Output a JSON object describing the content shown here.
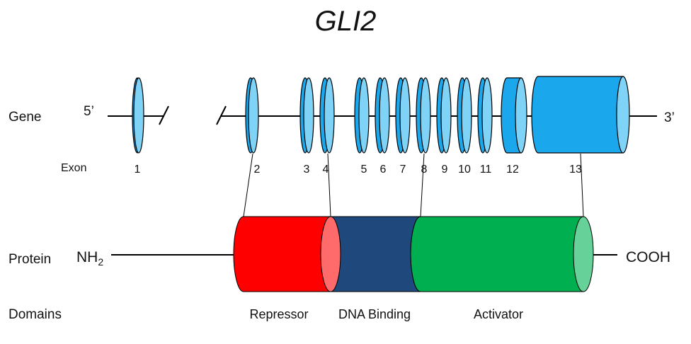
{
  "title": "GLI2",
  "row_labels": {
    "gene": "Gene",
    "exon": "Exon",
    "protein": "Protein",
    "domains": "Domains"
  },
  "gene_ends": {
    "five_prime": "5’",
    "three_prime": "3’"
  },
  "protein_ends": {
    "n_terminus": "NH",
    "n_terminus_sub": "2",
    "c_terminus": "COOH"
  },
  "exons": [
    "1",
    "2",
    "3",
    "4",
    "5",
    "6",
    "7",
    "8",
    "9",
    "10",
    "11",
    "12",
    "13"
  ],
  "domains": [
    "Repressor",
    "DNA Binding",
    "Activator"
  ],
  "colors": {
    "exon_fill": "#1AA7EC",
    "exon_face": "#7FD3F7",
    "repressor": "#FF0000",
    "repressor_face": "#FF6B6B",
    "dna_binding": "#1F497D",
    "activator": "#00B050",
    "activator_face": "#66D29A"
  }
}
